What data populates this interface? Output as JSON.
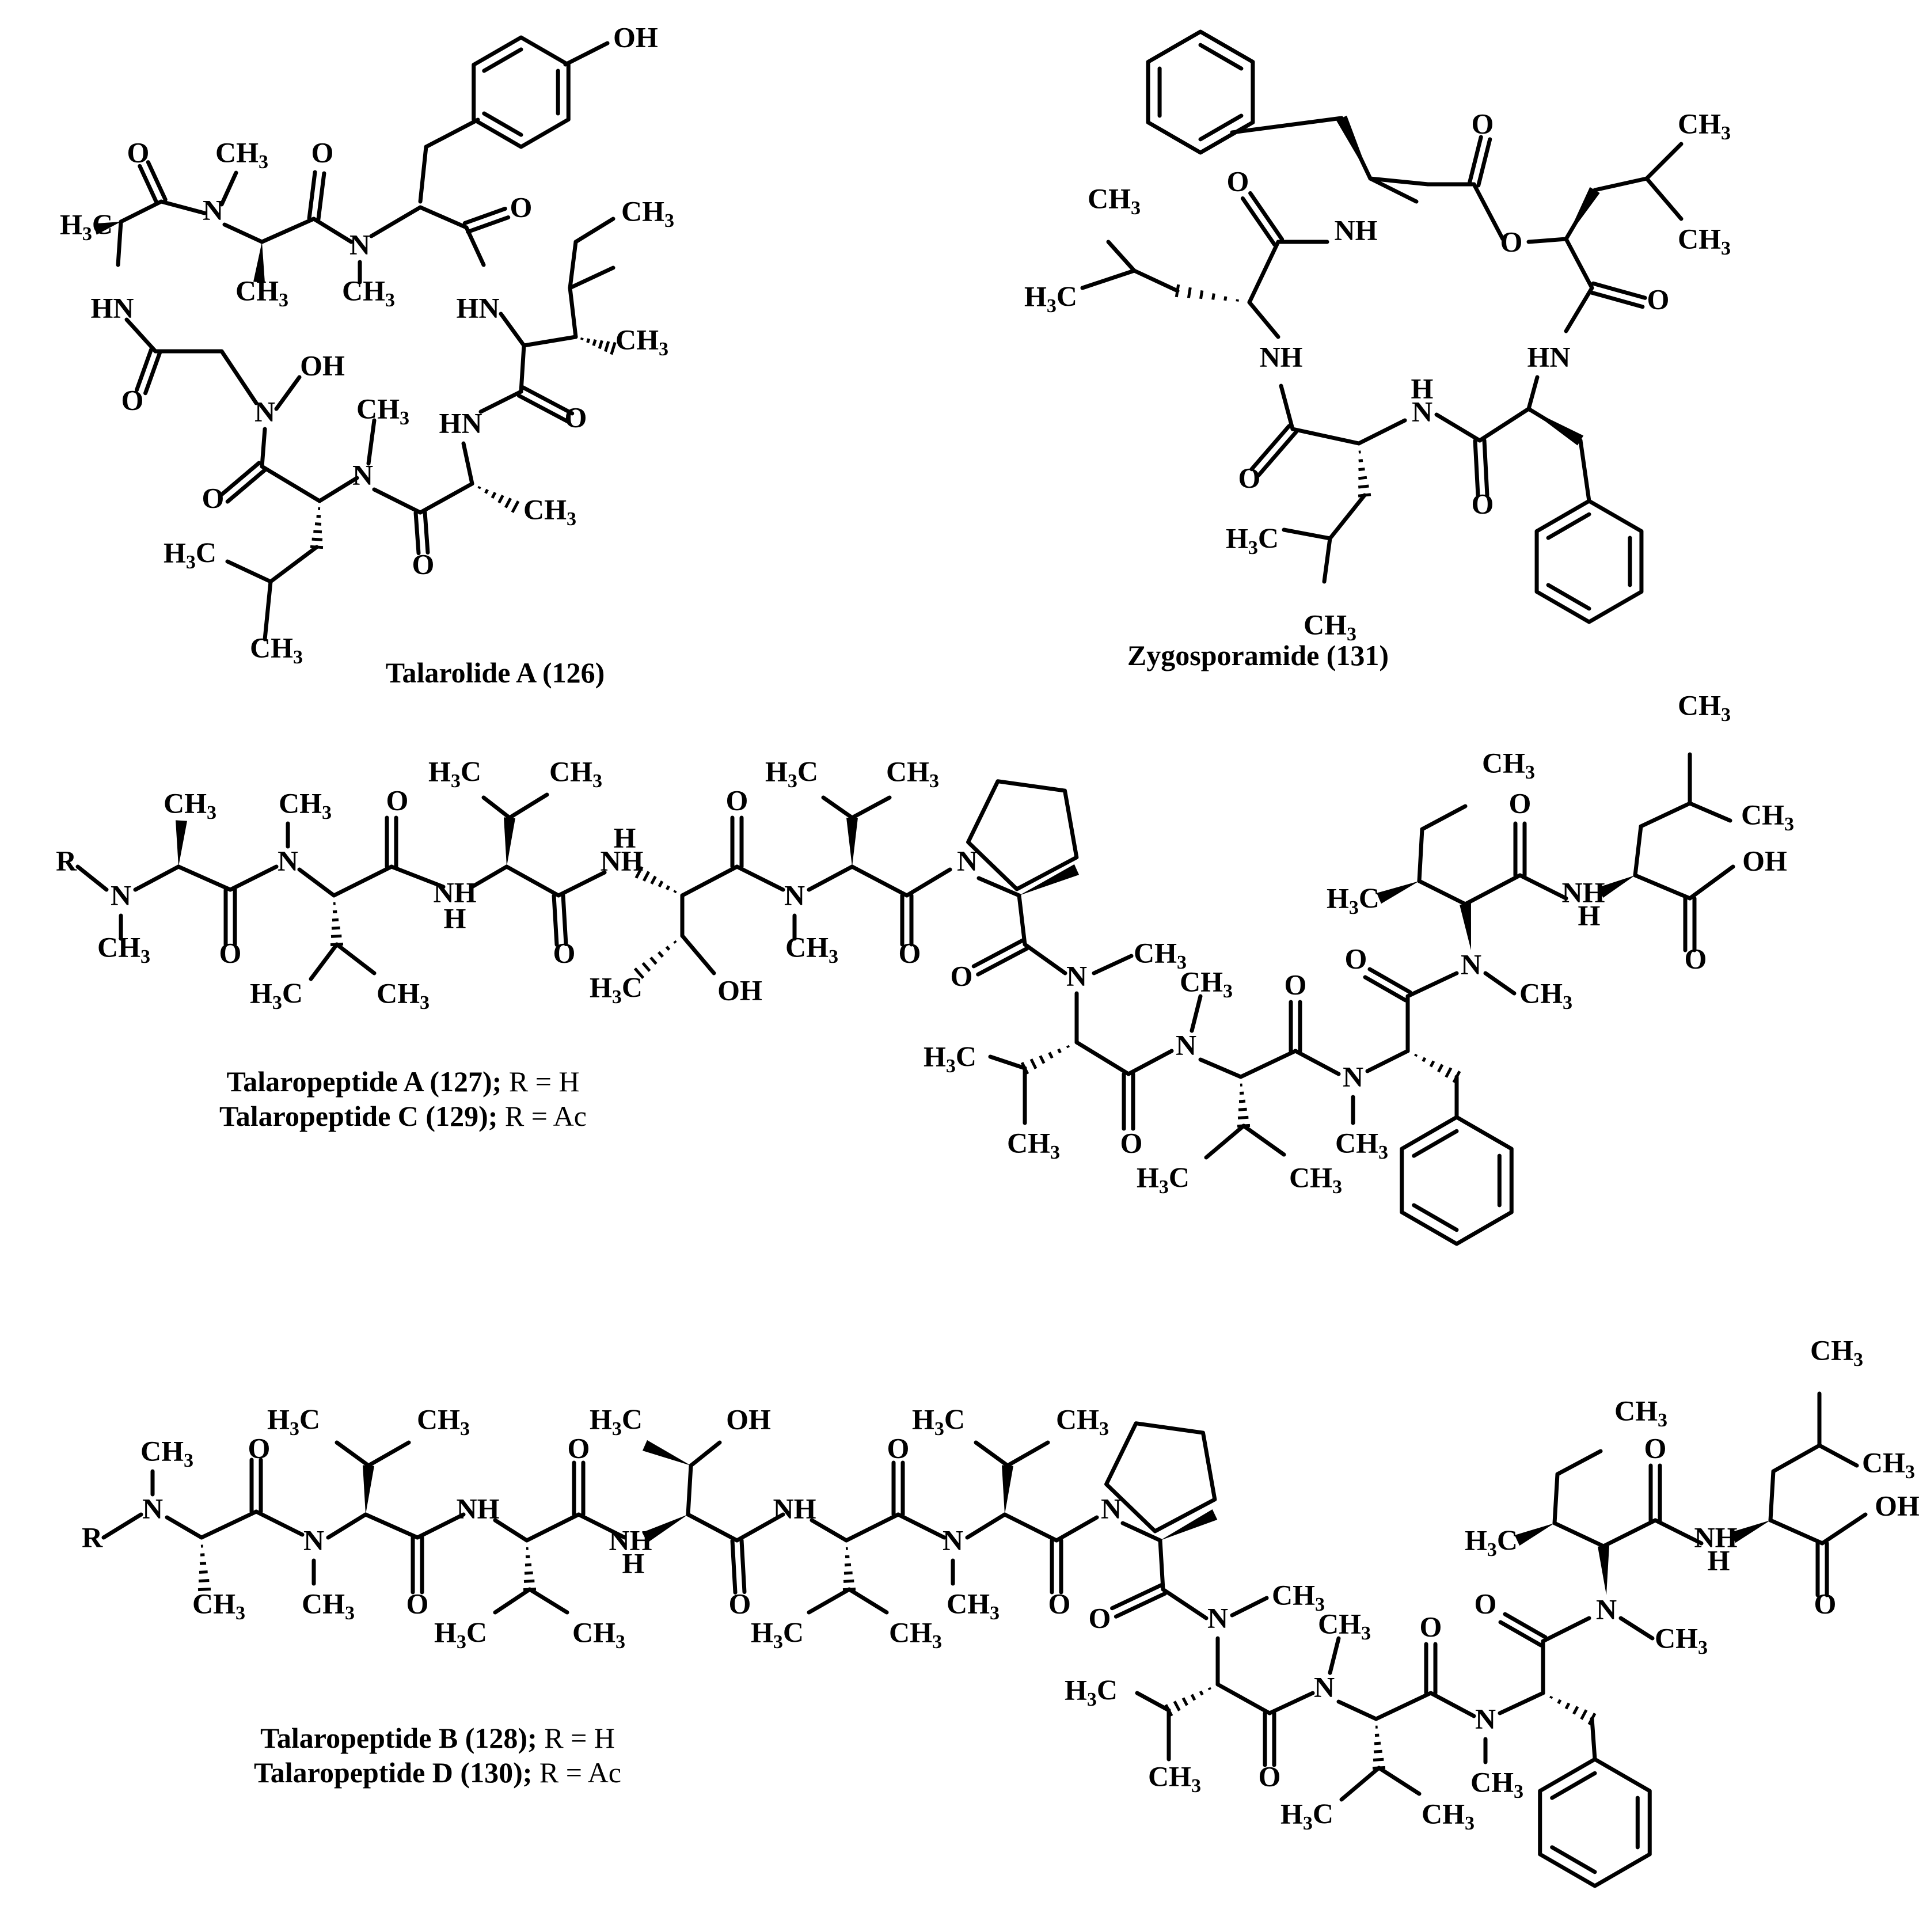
{
  "figure": {
    "compounds": [
      {
        "id": "talarolide-a",
        "name": "Talarolide A",
        "number": "(126)",
        "variant_label": ""
      },
      {
        "id": "zygosporamide",
        "name": "Zygosporamide",
        "number": "(131)",
        "variant_label": ""
      },
      {
        "id": "talaropeptide-a",
        "name": "Talaropeptide A",
        "number": "(127);",
        "variant_label": "R = H"
      },
      {
        "id": "talaropeptide-c",
        "name": "Talaropeptide C",
        "number": "(129);",
        "variant_label": "R = Ac"
      },
      {
        "id": "talaropeptide-b",
        "name": "Talaropeptide B",
        "number": "(128);",
        "variant_label": "R = H"
      },
      {
        "id": "talaropeptide-d",
        "name": "Talaropeptide D",
        "number": "(130);",
        "variant_label": "R = Ac"
      }
    ],
    "atom_labels": {
      "oh": "OH",
      "o": "O",
      "n": "N",
      "nh": "NH",
      "hn": "HN",
      "h": "H",
      "ch3": "CH3",
      "h3c": "H3C",
      "r": "R"
    }
  }
}
